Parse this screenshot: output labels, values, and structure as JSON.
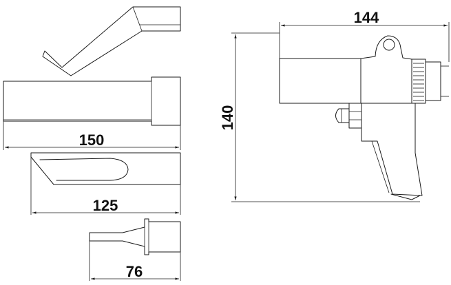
{
  "dimensions": {
    "nozzle_long": "150",
    "nozzle_angled": "125",
    "nozzle_short": "76",
    "gun_width": "144",
    "gun_height": "140"
  },
  "colors": {
    "line": "#1a1a1a",
    "background": "#ffffff"
  }
}
